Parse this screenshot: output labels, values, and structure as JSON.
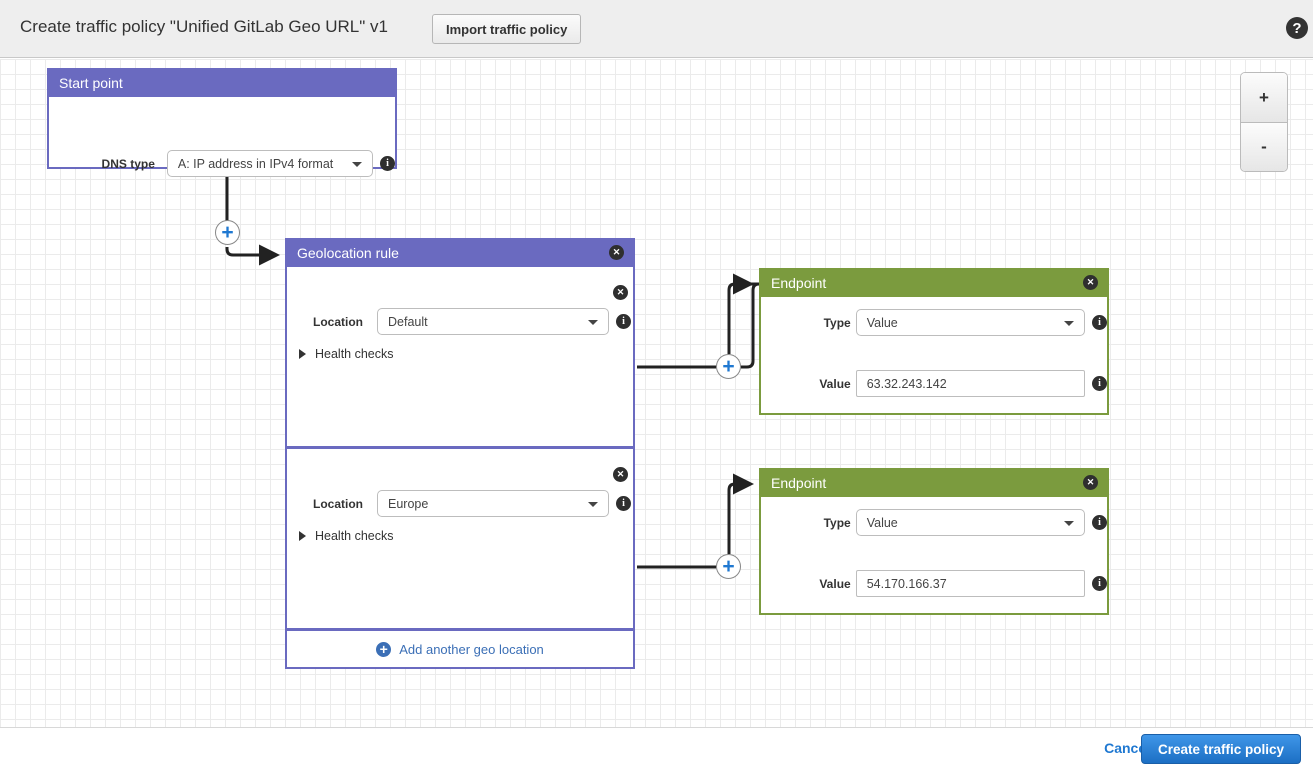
{
  "header": {
    "title": "Create traffic policy \"Unified GitLab Geo URL\" v1",
    "import_button": "Import traffic policy",
    "help_icon": "?"
  },
  "canvas": {
    "zoom_in": "+",
    "zoom_out": "-",
    "connector_plus": "+"
  },
  "start_point": {
    "title": "Start point",
    "dns_type_label": "DNS type",
    "dns_type_value": "A: IP address in IPv4 format",
    "info_icon": "i"
  },
  "geolocation_rule": {
    "title": "Geolocation rule",
    "close_icon": "✕",
    "locations": [
      {
        "label": "Location",
        "value": "Default",
        "health_checks_label": "Health checks",
        "info_icon": "i",
        "close_icon": "✕"
      },
      {
        "label": "Location",
        "value": "Europe",
        "health_checks_label": "Health checks",
        "info_icon": "i",
        "close_icon": "✕"
      }
    ],
    "add_location_label": "Add another geo location",
    "add_location_icon": "+"
  },
  "endpoints": [
    {
      "title": "Endpoint",
      "close_icon": "✕",
      "type_label": "Type",
      "type_value": "Value",
      "value_label": "Value",
      "value_value": "63.32.243.142",
      "info_icon": "i"
    },
    {
      "title": "Endpoint",
      "close_icon": "✕",
      "type_label": "Type",
      "type_value": "Value",
      "value_label": "Value",
      "value_value": "54.170.166.37",
      "info_icon": "i"
    }
  ],
  "footer": {
    "cancel_label": "Cancel",
    "create_label": "Create traffic policy"
  },
  "colors": {
    "rule_purple": "#6a6ac0",
    "endpoint_green": "#7b9b3e",
    "link_blue": "#1f78d1",
    "primary_button": "#1c6fc4"
  }
}
